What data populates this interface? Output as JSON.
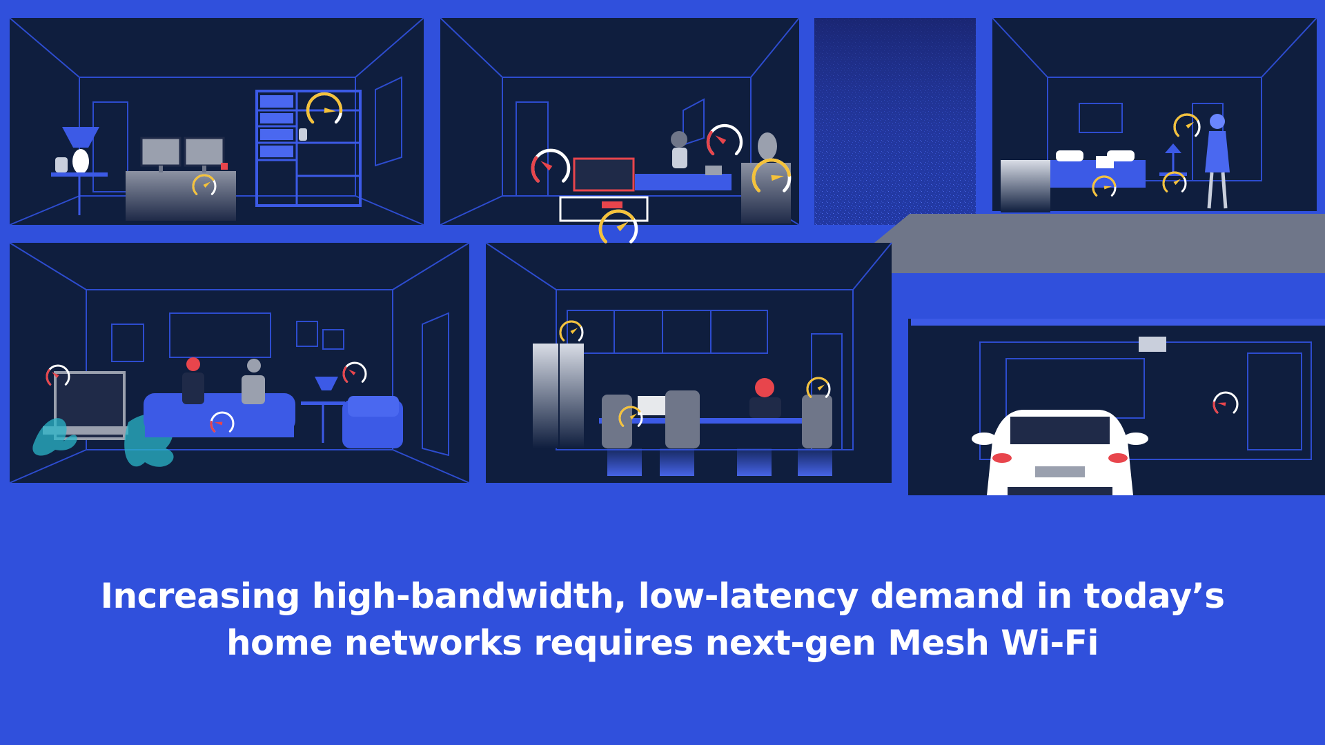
{
  "caption": {
    "line1": "Increasing high-bandwidth, low-latency demand in today’s",
    "line2": "home networks requires next-gen Mesh Wi-Fi"
  },
  "colors": {
    "background": "#3050dc",
    "room": "#0f1e3e",
    "line": "#3355e0",
    "furniture": "#3c5ae6",
    "gauge_track": "#ffffff",
    "gauge_good": "#f5c23a",
    "gauge_bad": "#e8454c",
    "roof": "#6f7689"
  },
  "icons": {
    "gauge": "speed-gauge-icon",
    "router": "mesh-router-icon"
  },
  "rooms": [
    {
      "id": "office"
    },
    {
      "id": "kids-room"
    },
    {
      "id": "bedroom"
    },
    {
      "id": "living-room"
    },
    {
      "id": "kitchen"
    },
    {
      "id": "garage"
    }
  ],
  "gauges": [
    {
      "room": "office",
      "level": 0.85
    },
    {
      "room": "office",
      "level": 0.7
    },
    {
      "room": "kids-room",
      "level": 0.3
    },
    {
      "room": "kids-room",
      "level": 0.3
    },
    {
      "room": "kids-room",
      "level": 0.8
    },
    {
      "room": "kids-room",
      "level": 0.7
    },
    {
      "room": "bedroom",
      "level": 0.7
    },
    {
      "room": "bedroom",
      "level": 0.8
    },
    {
      "room": "bedroom",
      "level": 0.7
    },
    {
      "room": "living-room",
      "level": 0.3
    },
    {
      "room": "living-room",
      "level": 0.3
    },
    {
      "room": "living-room",
      "level": 0.2
    },
    {
      "room": "kitchen",
      "level": 0.7
    },
    {
      "room": "kitchen",
      "level": 0.7
    },
    {
      "room": "kitchen",
      "level": 0.7
    },
    {
      "room": "garage",
      "level": 0.2
    }
  ]
}
